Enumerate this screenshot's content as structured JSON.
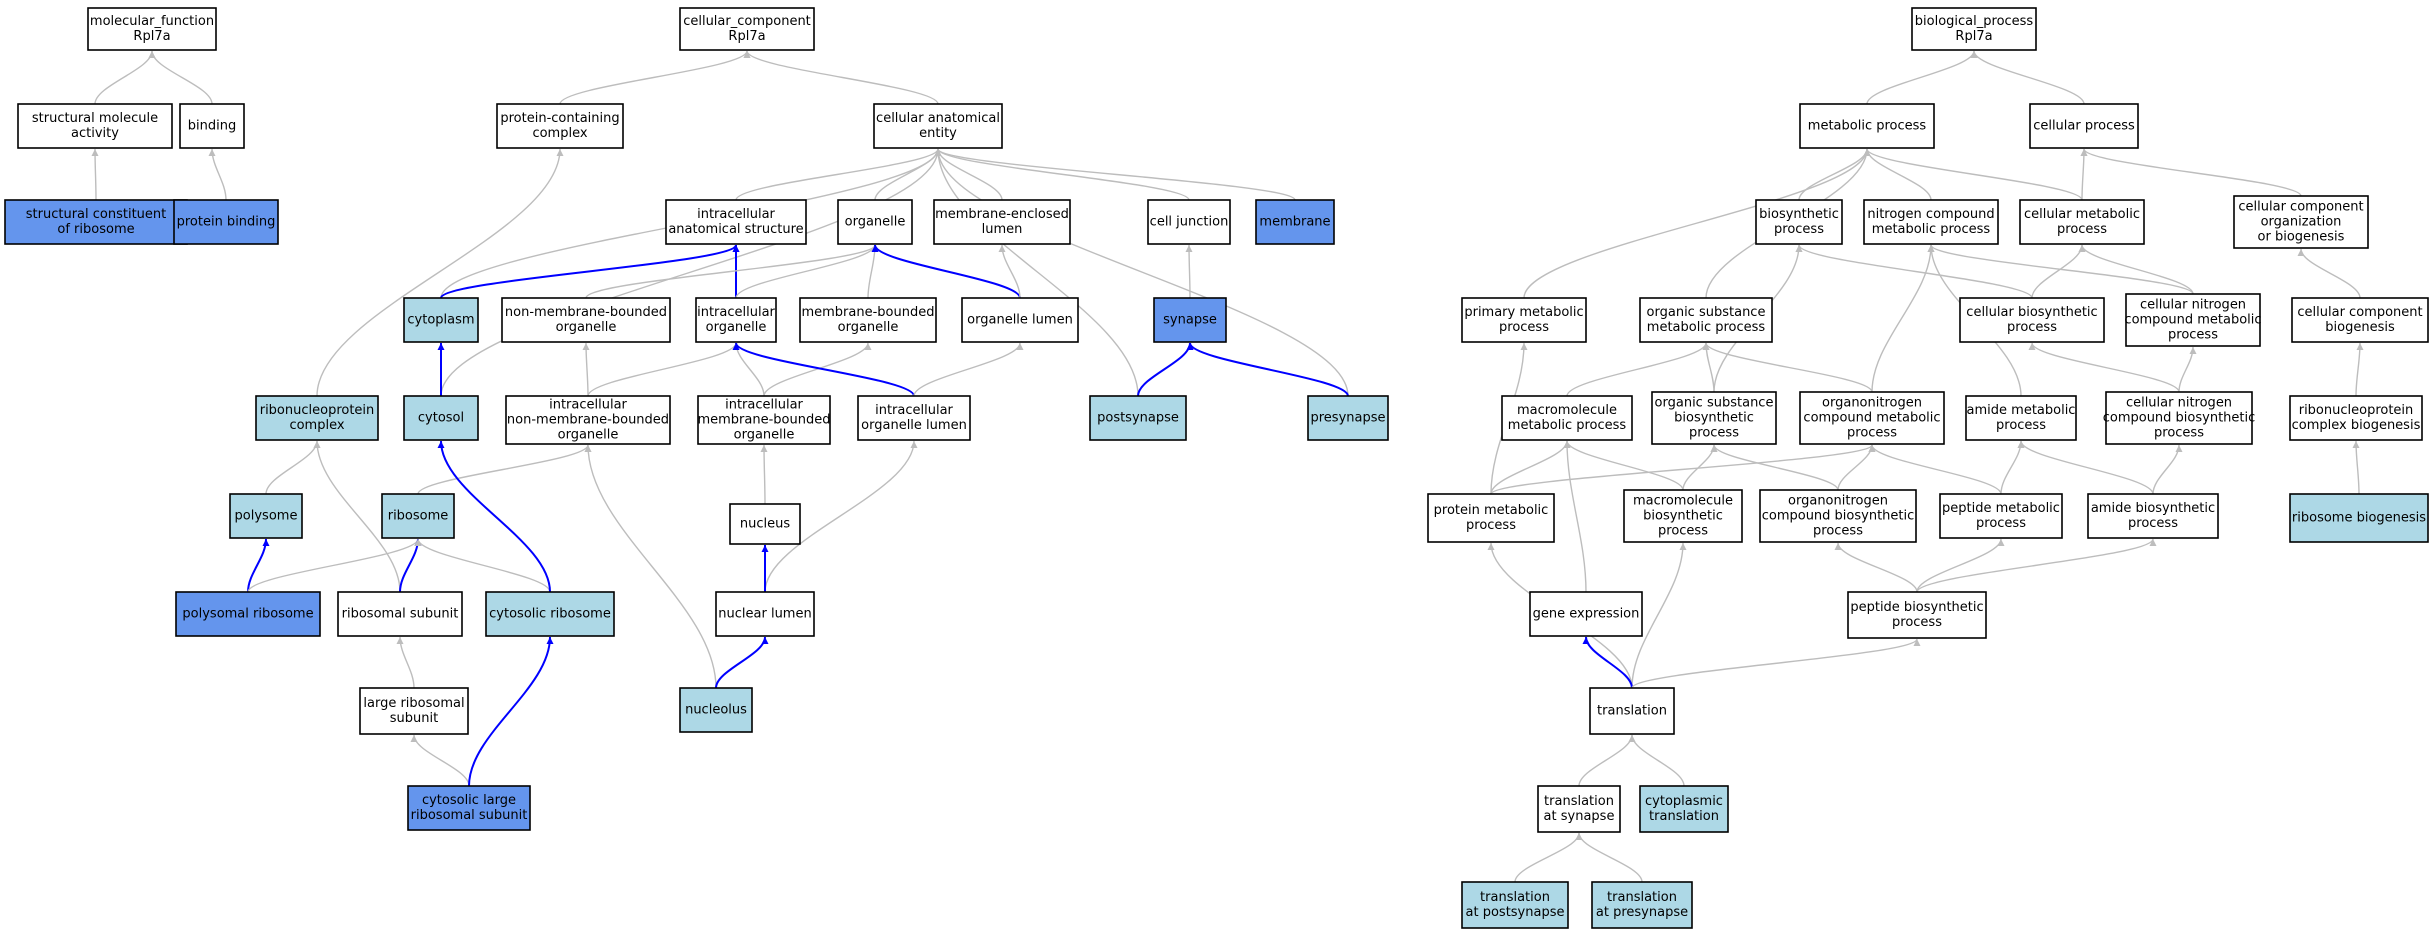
{
  "colors": {
    "plain": "#ffffff",
    "light": "#add8e6",
    "dark": "#6495ed",
    "edge_gray": "#bdbdbd",
    "edge_blue": "#0000ff"
  },
  "nodes": [
    {
      "id": "mf",
      "lines": [
        "molecular_function",
        "Rpl7a"
      ],
      "style": "plain"
    },
    {
      "id": "smact",
      "lines": [
        "structural molecule",
        "activity"
      ],
      "style": "plain"
    },
    {
      "id": "binding",
      "lines": [
        "binding"
      ],
      "style": "plain"
    },
    {
      "id": "scr",
      "lines": [
        "structural constituent",
        "of ribosome"
      ],
      "style": "dark"
    },
    {
      "id": "pbind",
      "lines": [
        "protein binding"
      ],
      "style": "dark"
    },
    {
      "id": "cc",
      "lines": [
        "cellular_component",
        "Rpl7a"
      ],
      "style": "plain"
    },
    {
      "id": "pcc",
      "lines": [
        "protein-containing",
        "complex"
      ],
      "style": "plain"
    },
    {
      "id": "cae",
      "lines": [
        "cellular anatomical",
        "entity"
      ],
      "style": "plain"
    },
    {
      "id": "ias",
      "lines": [
        "intracellular",
        "anatomical structure"
      ],
      "style": "plain"
    },
    {
      "id": "organelle",
      "lines": [
        "organelle"
      ],
      "style": "plain"
    },
    {
      "id": "mel",
      "lines": [
        "membrane-enclosed",
        "lumen"
      ],
      "style": "plain"
    },
    {
      "id": "cj",
      "lines": [
        "cell junction"
      ],
      "style": "plain"
    },
    {
      "id": "membrane",
      "lines": [
        "membrane"
      ],
      "style": "dark"
    },
    {
      "id": "cytoplasm",
      "lines": [
        "cytoplasm"
      ],
      "style": "light"
    },
    {
      "id": "nmbo",
      "lines": [
        "non-membrane-bounded",
        "organelle"
      ],
      "style": "plain"
    },
    {
      "id": "io",
      "lines": [
        "intracellular",
        "organelle"
      ],
      "style": "plain"
    },
    {
      "id": "mbo",
      "lines": [
        "membrane-bounded",
        "organelle"
      ],
      "style": "plain"
    },
    {
      "id": "ol",
      "lines": [
        "organelle lumen"
      ],
      "style": "plain"
    },
    {
      "id": "synapse",
      "lines": [
        "synapse"
      ],
      "style": "dark"
    },
    {
      "id": "rnp",
      "lines": [
        "ribonucleoprotein",
        "complex"
      ],
      "style": "light"
    },
    {
      "id": "cytosol",
      "lines": [
        "cytosol"
      ],
      "style": "light"
    },
    {
      "id": "inmbo",
      "lines": [
        "intracellular",
        "non-membrane-bounded",
        "organelle"
      ],
      "style": "plain"
    },
    {
      "id": "imbo",
      "lines": [
        "intracellular",
        "membrane-bounded",
        "organelle"
      ],
      "style": "plain"
    },
    {
      "id": "iol",
      "lines": [
        "intracellular",
        "organelle lumen"
      ],
      "style": "plain"
    },
    {
      "id": "postsyn",
      "lines": [
        "postsynapse"
      ],
      "style": "light"
    },
    {
      "id": "presyn",
      "lines": [
        "presynapse"
      ],
      "style": "light"
    },
    {
      "id": "polysome",
      "lines": [
        "polysome"
      ],
      "style": "light"
    },
    {
      "id": "ribosome",
      "lines": [
        "ribosome"
      ],
      "style": "light"
    },
    {
      "id": "nucleus",
      "lines": [
        "nucleus"
      ],
      "style": "plain"
    },
    {
      "id": "polyrib",
      "lines": [
        "polysomal ribosome"
      ],
      "style": "dark"
    },
    {
      "id": "ribsub",
      "lines": [
        "ribosomal subunit"
      ],
      "style": "plain"
    },
    {
      "id": "cytrib",
      "lines": [
        "cytosolic ribosome"
      ],
      "style": "light"
    },
    {
      "id": "nuclum",
      "lines": [
        "nuclear lumen"
      ],
      "style": "plain"
    },
    {
      "id": "lrs",
      "lines": [
        "large ribosomal",
        "subunit"
      ],
      "style": "plain"
    },
    {
      "id": "nucleolus",
      "lines": [
        "nucleolus"
      ],
      "style": "light"
    },
    {
      "id": "clrs",
      "lines": [
        "cytosolic large",
        "ribosomal subunit"
      ],
      "style": "dark"
    },
    {
      "id": "bp",
      "lines": [
        "biological_process",
        "Rpl7a"
      ],
      "style": "plain"
    },
    {
      "id": "metab",
      "lines": [
        "metabolic process"
      ],
      "style": "plain"
    },
    {
      "id": "cellproc",
      "lines": [
        "cellular process"
      ],
      "style": "plain"
    },
    {
      "id": "biosyn",
      "lines": [
        "biosynthetic",
        "process"
      ],
      "style": "plain"
    },
    {
      "id": "ncmp",
      "lines": [
        "nitrogen compound",
        "metabolic process"
      ],
      "style": "plain"
    },
    {
      "id": "cmp",
      "lines": [
        "cellular metabolic",
        "process"
      ],
      "style": "plain"
    },
    {
      "id": "ccob",
      "lines": [
        "cellular component",
        "organization",
        "or biogenesis"
      ],
      "style": "plain"
    },
    {
      "id": "pmp",
      "lines": [
        "primary metabolic",
        "process"
      ],
      "style": "plain"
    },
    {
      "id": "osmp",
      "lines": [
        "organic substance",
        "metabolic process"
      ],
      "style": "plain"
    },
    {
      "id": "cbp",
      "lines": [
        "cellular biosynthetic",
        "process"
      ],
      "style": "plain"
    },
    {
      "id": "cncmp",
      "lines": [
        "cellular nitrogen",
        "compound metabolic",
        "process"
      ],
      "style": "plain"
    },
    {
      "id": "ccb",
      "lines": [
        "cellular component",
        "biogenesis"
      ],
      "style": "plain"
    },
    {
      "id": "mmp",
      "lines": [
        "macromolecule",
        "metabolic process"
      ],
      "style": "plain"
    },
    {
      "id": "osbp",
      "lines": [
        "organic substance",
        "biosynthetic",
        "process"
      ],
      "style": "plain"
    },
    {
      "id": "oncmp",
      "lines": [
        "organonitrogen",
        "compound metabolic",
        "process"
      ],
      "style": "plain"
    },
    {
      "id": "amp",
      "lines": [
        "amide metabolic",
        "process"
      ],
      "style": "plain"
    },
    {
      "id": "cncbp",
      "lines": [
        "cellular nitrogen",
        "compound biosynthetic",
        "process"
      ],
      "style": "plain"
    },
    {
      "id": "rcb",
      "lines": [
        "ribonucleoprotein",
        "complex biogenesis"
      ],
      "style": "plain"
    },
    {
      "id": "protmp",
      "lines": [
        "protein metabolic",
        "process"
      ],
      "style": "plain"
    },
    {
      "id": "mbp",
      "lines": [
        "macromolecule",
        "biosynthetic",
        "process"
      ],
      "style": "plain"
    },
    {
      "id": "oncbp",
      "lines": [
        "organonitrogen",
        "compound biosynthetic",
        "process"
      ],
      "style": "plain"
    },
    {
      "id": "pepmp",
      "lines": [
        "peptide metabolic",
        "process"
      ],
      "style": "plain"
    },
    {
      "id": "abp",
      "lines": [
        "amide biosynthetic",
        "process"
      ],
      "style": "plain"
    },
    {
      "id": "ribbio",
      "lines": [
        "ribosome biogenesis"
      ],
      "style": "light"
    },
    {
      "id": "geneexp",
      "lines": [
        "gene expression"
      ],
      "style": "plain"
    },
    {
      "id": "pepbp",
      "lines": [
        "peptide biosynthetic",
        "process"
      ],
      "style": "plain"
    },
    {
      "id": "translation",
      "lines": [
        "translation"
      ],
      "style": "plain"
    },
    {
      "id": "tas",
      "lines": [
        "translation",
        "at synapse"
      ],
      "style": "plain"
    },
    {
      "id": "cyttrans",
      "lines": [
        "cytoplasmic",
        "translation"
      ],
      "style": "light"
    },
    {
      "id": "tpost",
      "lines": [
        "translation",
        "at postsynapse"
      ],
      "style": "light"
    },
    {
      "id": "tpre",
      "lines": [
        "translation",
        "at presynapse"
      ],
      "style": "light"
    }
  ],
  "edges": [
    [
      "smact",
      "mf",
      "gray"
    ],
    [
      "binding",
      "mf",
      "gray"
    ],
    [
      "scr",
      "smact",
      "gray"
    ],
    [
      "pbind",
      "binding",
      "gray"
    ],
    [
      "pcc",
      "cc",
      "gray"
    ],
    [
      "cae",
      "cc",
      "gray"
    ],
    [
      "rnp",
      "pcc",
      "gray"
    ],
    [
      "ias",
      "cae",
      "gray"
    ],
    [
      "organelle",
      "cae",
      "gray"
    ],
    [
      "mel",
      "cae",
      "gray"
    ],
    [
      "cj",
      "cae",
      "gray"
    ],
    [
      "membrane",
      "cae",
      "gray"
    ],
    [
      "cytoplasm",
      "cae",
      "gray"
    ],
    [
      "cytosol",
      "cae",
      "gray"
    ],
    [
      "postsyn",
      "cae",
      "gray"
    ],
    [
      "presyn",
      "cae",
      "gray"
    ],
    [
      "cytoplasm",
      "ias",
      "blue"
    ],
    [
      "io",
      "ias",
      "blue"
    ],
    [
      "nmbo",
      "organelle",
      "gray"
    ],
    [
      "io",
      "organelle",
      "gray"
    ],
    [
      "mbo",
      "organelle",
      "gray"
    ],
    [
      "ol",
      "organelle",
      "blue"
    ],
    [
      "ol",
      "mel",
      "gray"
    ],
    [
      "synapse",
      "cj",
      "gray"
    ],
    [
      "cytosol",
      "cytoplasm",
      "blue"
    ],
    [
      "inmbo",
      "nmbo",
      "gray"
    ],
    [
      "inmbo",
      "io",
      "gray"
    ],
    [
      "imbo",
      "io",
      "gray"
    ],
    [
      "imbo",
      "mbo",
      "gray"
    ],
    [
      "iol",
      "io",
      "blue"
    ],
    [
      "iol",
      "ol",
      "gray"
    ],
    [
      "postsyn",
      "synapse",
      "blue"
    ],
    [
      "presyn",
      "synapse",
      "blue"
    ],
    [
      "polysome",
      "rnp",
      "gray"
    ],
    [
      "ribsub",
      "rnp",
      "gray"
    ],
    [
      "ribosome",
      "inmbo",
      "gray"
    ],
    [
      "nucleolus",
      "inmbo",
      "gray"
    ],
    [
      "nucleus",
      "imbo",
      "gray"
    ],
    [
      "nuclum",
      "iol",
      "gray"
    ],
    [
      "polyrib",
      "polysome",
      "blue"
    ],
    [
      "polyrib",
      "ribosome",
      "gray"
    ],
    [
      "ribsub",
      "ribosome",
      "blue"
    ],
    [
      "cytrib",
      "ribosome",
      "gray"
    ],
    [
      "cytrib",
      "cytosol",
      "blue"
    ],
    [
      "nuclum",
      "nucleus",
      "blue"
    ],
    [
      "lrs",
      "ribsub",
      "gray"
    ],
    [
      "nucleolus",
      "nuclum",
      "blue"
    ],
    [
      "clrs",
      "lrs",
      "gray"
    ],
    [
      "clrs",
      "cytrib",
      "blue"
    ],
    [
      "metab",
      "bp",
      "gray"
    ],
    [
      "cellproc",
      "bp",
      "gray"
    ],
    [
      "biosyn",
      "metab",
      "gray"
    ],
    [
      "ncmp",
      "metab",
      "gray"
    ],
    [
      "cmp",
      "metab",
      "gray"
    ],
    [
      "pmp",
      "metab",
      "gray"
    ],
    [
      "osmp",
      "metab",
      "gray"
    ],
    [
      "cmp",
      "cellproc",
      "gray"
    ],
    [
      "ccob",
      "cellproc",
      "gray"
    ],
    [
      "cbp",
      "biosyn",
      "gray"
    ],
    [
      "osbp",
      "biosyn",
      "gray"
    ],
    [
      "cncmp",
      "ncmp",
      "gray"
    ],
    [
      "oncmp",
      "ncmp",
      "gray"
    ],
    [
      "amp",
      "ncmp",
      "gray"
    ],
    [
      "cbp",
      "cmp",
      "gray"
    ],
    [
      "cncmp",
      "cmp",
      "gray"
    ],
    [
      "ccb",
      "ccob",
      "gray"
    ],
    [
      "rcb",
      "ccb",
      "gray"
    ],
    [
      "ribbio",
      "rcb",
      "gray"
    ],
    [
      "protmp",
      "pmp",
      "gray"
    ],
    [
      "mmp",
      "osmp",
      "gray"
    ],
    [
      "osbp",
      "osmp",
      "gray"
    ],
    [
      "oncmp",
      "osmp",
      "gray"
    ],
    [
      "cncbp",
      "cncmp",
      "gray"
    ],
    [
      "cncbp",
      "cbp",
      "gray"
    ],
    [
      "protmp",
      "mmp",
      "gray"
    ],
    [
      "mbp",
      "mmp",
      "gray"
    ],
    [
      "geneexp",
      "mmp",
      "gray"
    ],
    [
      "mbp",
      "osbp",
      "gray"
    ],
    [
      "oncbp",
      "osbp",
      "gray"
    ],
    [
      "protmp",
      "oncmp",
      "gray"
    ],
    [
      "oncbp",
      "oncmp",
      "gray"
    ],
    [
      "pepmp",
      "oncmp",
      "gray"
    ],
    [
      "pepmp",
      "amp",
      "gray"
    ],
    [
      "abp",
      "amp",
      "gray"
    ],
    [
      "abp",
      "cncbp",
      "gray"
    ],
    [
      "pepbp",
      "oncbp",
      "gray"
    ],
    [
      "pepbp",
      "pepmp",
      "gray"
    ],
    [
      "pepbp",
      "abp",
      "gray"
    ],
    [
      "translation",
      "protmp",
      "gray"
    ],
    [
      "translation",
      "mbp",
      "gray"
    ],
    [
      "translation",
      "geneexp",
      "blue"
    ],
    [
      "translation",
      "pepbp",
      "gray"
    ],
    [
      "tas",
      "translation",
      "gray"
    ],
    [
      "cyttrans",
      "translation",
      "gray"
    ],
    [
      "tpost",
      "tas",
      "gray"
    ],
    [
      "tpre",
      "tas",
      "gray"
    ]
  ]
}
